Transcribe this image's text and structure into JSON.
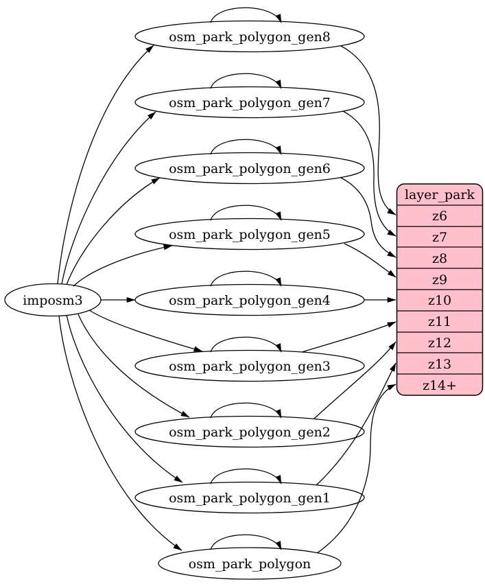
{
  "diagram": {
    "type": "dependency-graph",
    "source": {
      "label": "imposm3"
    },
    "tables": [
      {
        "label": "osm_park_polygon_gen8",
        "zoom_level": "z6"
      },
      {
        "label": "osm_park_polygon_gen7",
        "zoom_level": "z7"
      },
      {
        "label": "osm_park_polygon_gen6",
        "zoom_level": "z8"
      },
      {
        "label": "osm_park_polygon_gen5",
        "zoom_level": "z9"
      },
      {
        "label": "osm_park_polygon_gen4",
        "zoom_level": "z10"
      },
      {
        "label": "osm_park_polygon_gen3",
        "zoom_level": "z11"
      },
      {
        "label": "osm_park_polygon_gen2",
        "zoom_level": "z12"
      },
      {
        "label": "osm_park_polygon_gen1",
        "zoom_level": "z13"
      },
      {
        "label": "osm_park_polygon",
        "zoom_level": "z14+"
      }
    ],
    "layer": {
      "title": "layer_park",
      "rows": [
        "z6",
        "z7",
        "z8",
        "z9",
        "z10",
        "z11",
        "z12",
        "z13",
        "z14+"
      ]
    },
    "colors": {
      "layer_fill": "#ffc0cb",
      "table_fill": "#ffffff",
      "stroke": "#000000"
    }
  }
}
